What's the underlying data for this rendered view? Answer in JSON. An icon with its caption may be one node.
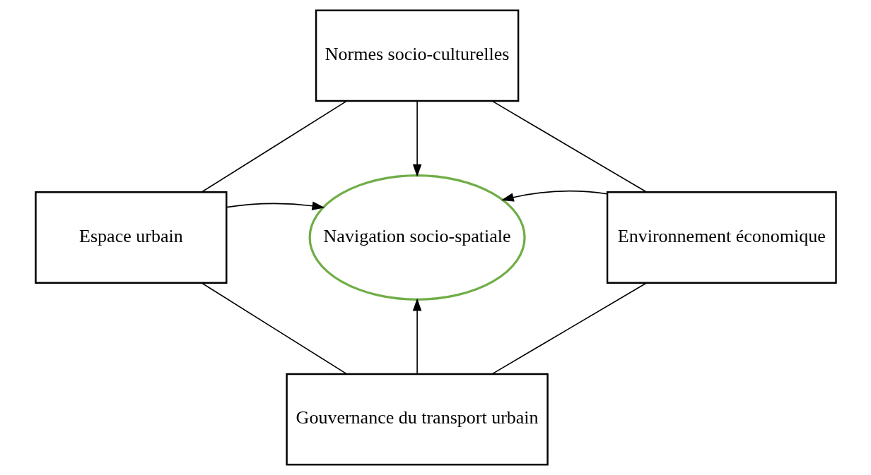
{
  "diagram": {
    "nodes": [
      {
        "text": [
          "Normes socio-culturelles"
        ]
      },
      {
        "text": [
          "Espace urbain"
        ]
      },
      {
        "text": [
          "Navigation socio-spatiale"
        ]
      },
      {
        "text": [
          "Environnement économique"
        ]
      },
      {
        "text": [
          "Gouvernance du transport urbain"
        ]
      }
    ],
    "edges": [
      {
        "from": 0,
        "to": 2,
        "arrow": "to"
      },
      {
        "from": 1,
        "to": 2,
        "arrow": "to"
      },
      {
        "from": 3,
        "to": 2,
        "arrow": "to"
      },
      {
        "from": 4,
        "to": 2,
        "arrow": "to"
      },
      {
        "from": 0,
        "to": 1,
        "arrow": "none"
      },
      {
        "from": 0,
        "to": 3,
        "arrow": "none"
      },
      {
        "from": 1,
        "to": 4,
        "arrow": "none"
      },
      {
        "from": 3,
        "to": 4,
        "arrow": "none"
      }
    ]
  }
}
